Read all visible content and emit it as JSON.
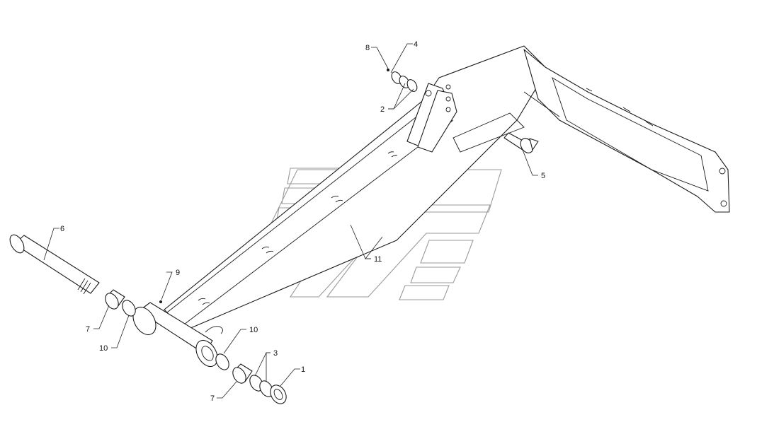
{
  "callouts": {
    "c1": "1",
    "c2": "2",
    "c3": "3",
    "c4": "4",
    "c5": "5",
    "c6": "6",
    "c7a": "7",
    "c7b": "7",
    "c8": "8",
    "c9": "9",
    "c10a": "10",
    "c10b": "10",
    "c11": "11"
  },
  "colors": {
    "line": "#1a1a1a",
    "watermark": "#9a9a9a",
    "background": "#ffffff"
  }
}
